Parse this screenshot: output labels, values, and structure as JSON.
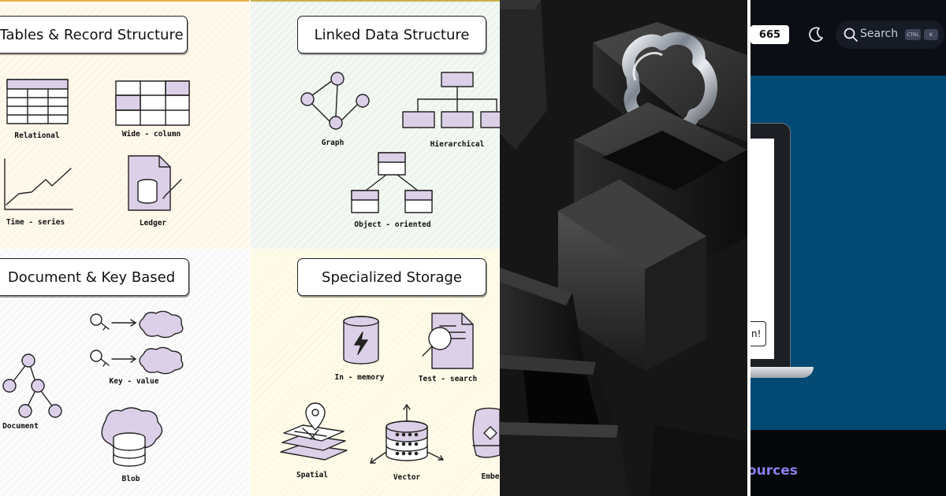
{
  "sketch_panel": {
    "quadrants": [
      {
        "title": "Tables & Record Structure",
        "items": [
          "Relational",
          "Wide - column",
          "Time - series",
          "Ledger"
        ]
      },
      {
        "title": "Linked Data Structure",
        "items": [
          "Graph",
          "Hierarchical",
          "Object - oriented"
        ]
      },
      {
        "title": "Document & Key Based",
        "items": [
          "Key - value",
          "Document",
          "Blob"
        ]
      },
      {
        "title": "Specialized Storage",
        "items": [
          "In - memory",
          "Test - search",
          "Spatial",
          "Vector",
          "Embe"
        ]
      }
    ],
    "icons": {
      "relational": "table-grid-icon",
      "wide_column": "wide-column-grid-icon",
      "time_series": "line-chart-icon",
      "ledger": "ledger-document-icon",
      "graph": "graph-nodes-icon",
      "hierarchical": "org-chart-icon",
      "object_oriented": "object-tree-icon",
      "key_value": "key-cloud-icon",
      "document": "document-tree-icon",
      "blob": "blob-cloud-database-icon",
      "in_memory": "lightning-database-icon",
      "text_search": "search-document-icon",
      "spatial": "map-pin-layers-icon",
      "vector": "server-stack-icon",
      "embedding": "embedding-cube-icon"
    },
    "accent_color": "#dcd0e8"
  },
  "render_panel": {
    "description_icon": "3d-chain-blocks-icon"
  },
  "site_panel": {
    "star_count": "665",
    "search_placeholder": "Search",
    "shortcut_keys": [
      "CTRL",
      "K"
    ],
    "screen_button_text": "n!",
    "footer_link": "ources",
    "colors": {
      "hero": "#024a73",
      "header": "#0b0e14",
      "link": "#8a7ff0"
    }
  }
}
